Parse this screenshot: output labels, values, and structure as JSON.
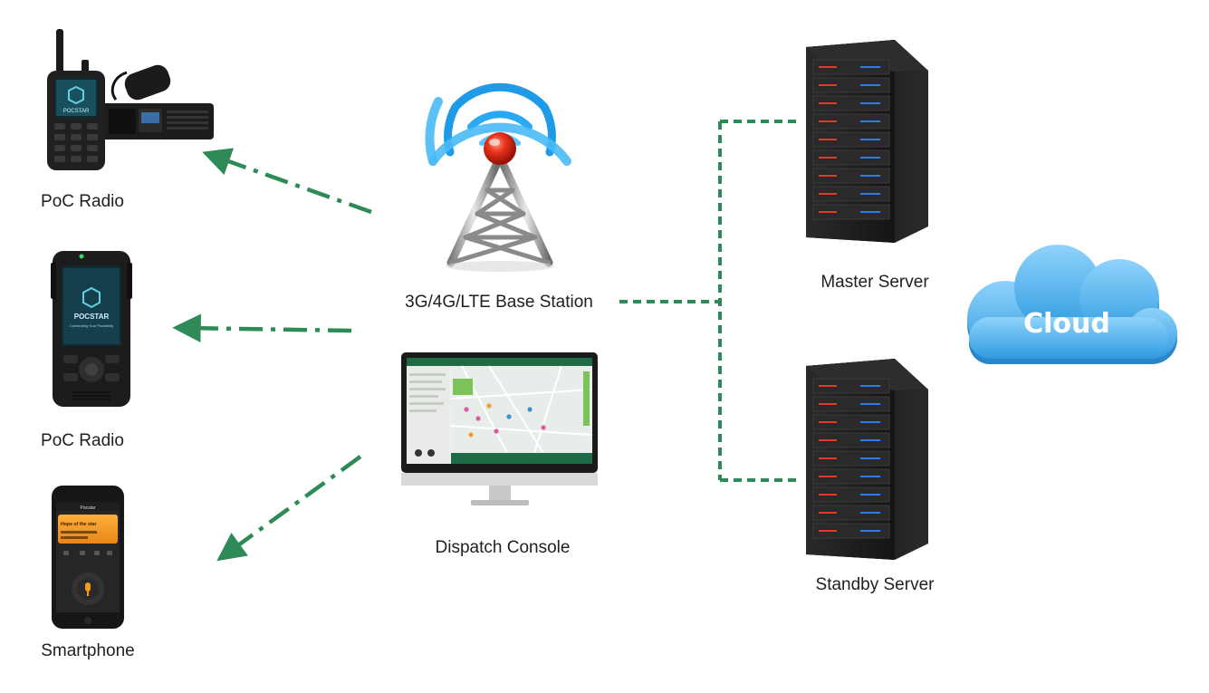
{
  "labels": {
    "radio1": "PoC Radio",
    "radio2": "PoC Radio",
    "smartphone": "Smartphone",
    "base_station": "3G/4G/LTE Base Station",
    "dispatch": "Dispatch Console",
    "master": "Master Server",
    "standby": "Standby Server",
    "cloud": "Cloud"
  },
  "device_text": {
    "radio_brand": "POCSTAR",
    "radio_tagline": "Connecting Your Possibility",
    "phone_app_title": "Pocstar",
    "phone_card_title": "Hope of the star"
  },
  "colors": {
    "link": "#2e8b57",
    "cloud_fill": "#4fb3ec",
    "server_body": "#1a1a1c"
  }
}
